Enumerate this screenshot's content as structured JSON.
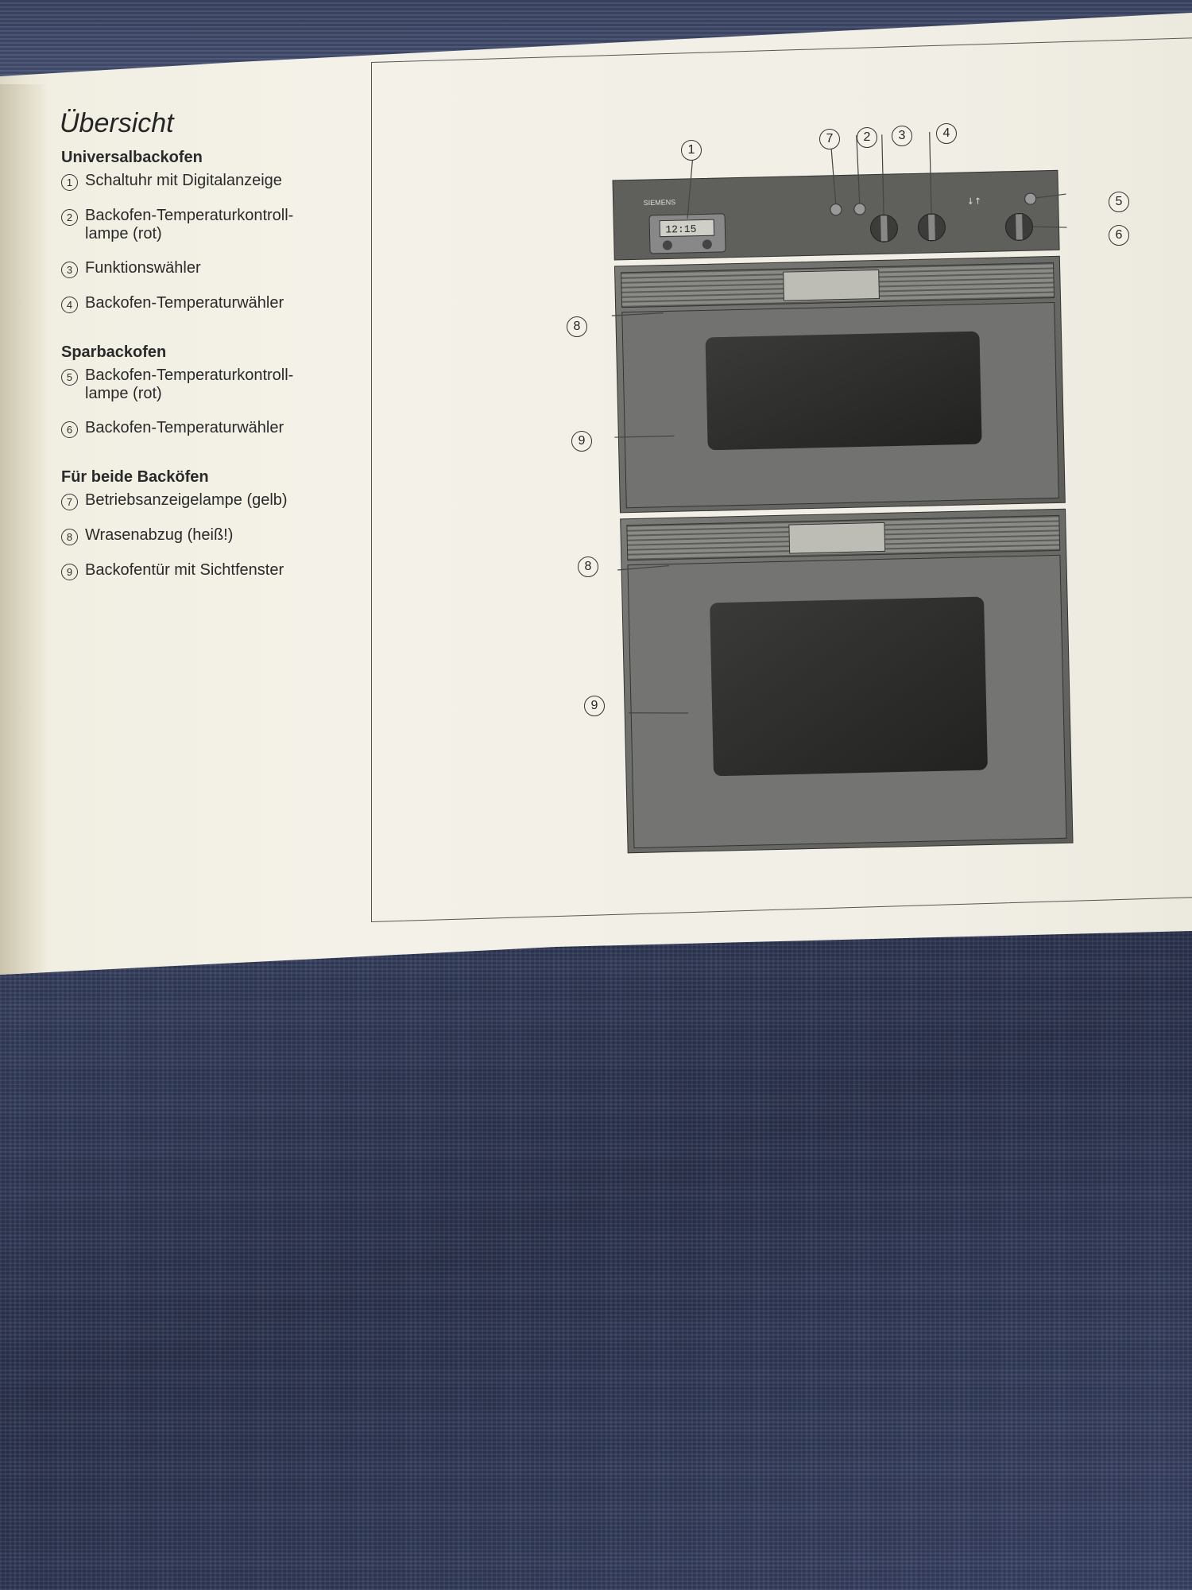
{
  "heading": "Übersicht",
  "sections": [
    {
      "title": "Universalbackofen",
      "items": [
        {
          "num": "1",
          "line1": "Schaltuhr mit Digitalanzeige",
          "line2": ""
        },
        {
          "num": "2",
          "line1": "Backofen-Temperaturkontroll-",
          "line2": "lampe (rot)"
        },
        {
          "num": "3",
          "line1": "Funktionswähler",
          "line2": ""
        },
        {
          "num": "4",
          "line1": "Backofen-Temperaturwähler",
          "line2": ""
        }
      ]
    },
    {
      "title": "Sparbackofen",
      "items": [
        {
          "num": "5",
          "line1": "Backofen-Temperaturkontroll-",
          "line2": "lampe (rot)"
        },
        {
          "num": "6",
          "line1": "Backofen-Temperaturwähler",
          "line2": ""
        }
      ]
    },
    {
      "title": "Für beide Backöfen",
      "items": [
        {
          "num": "7",
          "line1": "Betriebsanzeigelampe (gelb)",
          "line2": ""
        },
        {
          "num": "8",
          "line1": "Wrasenabzug (heiß!)",
          "line2": ""
        },
        {
          "num": "9",
          "line1": "Backofentür mit Sichtfenster",
          "line2": ""
        }
      ]
    }
  ],
  "figure": {
    "brand": "SIEMENS",
    "clock_display": "12:15",
    "panel_symbol": "↓↑",
    "callouts": [
      "1",
      "7",
      "2",
      "3",
      "4",
      "5",
      "6",
      "8",
      "9",
      "8",
      "9"
    ]
  }
}
